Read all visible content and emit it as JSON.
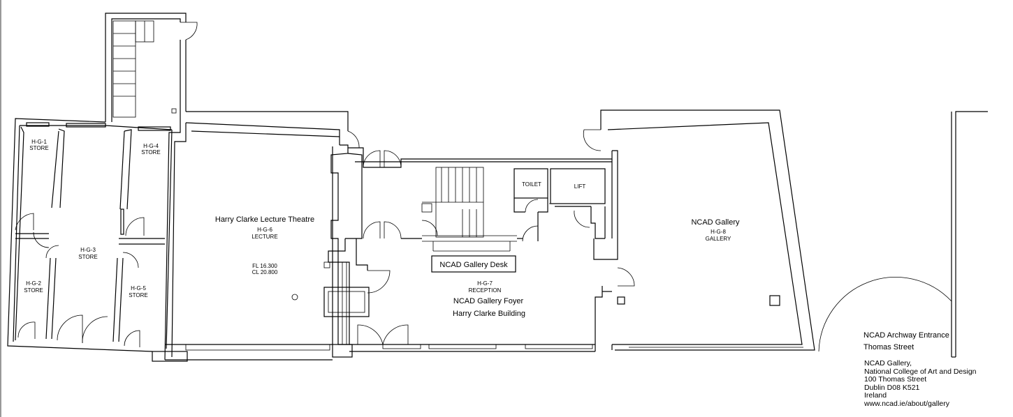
{
  "rooms": {
    "hg1": {
      "code": "H-G-1",
      "use": "STORE"
    },
    "hg2": {
      "code": "H-G-2",
      "use": "STORE"
    },
    "hg3": {
      "code": "H-G-3",
      "use": "STORE"
    },
    "hg4": {
      "code": "H-G-4",
      "use": "STORE"
    },
    "hg5": {
      "code": "H-G-5",
      "use": "STORE"
    },
    "hg6": {
      "name": "Harry Clarke Lecture Theatre",
      "code": "H-G-6",
      "use": "LECTURE",
      "fl": "FL 16.300",
      "cl": "CL 20.800"
    },
    "hg7": {
      "code": "H-G-7",
      "use": "RECEPTION",
      "name": "NCAD Gallery Foyer",
      "building": "Harry Clarke Building"
    },
    "hg8": {
      "name": "NCAD Gallery",
      "code": "H-G-8",
      "use": "GALLERY"
    },
    "toilet": "TOILET",
    "lift": "LIFT",
    "desk": "NCAD Gallery Desk"
  },
  "entrance": {
    "title": "NCAD Archway Entrance",
    "street": "Thomas Street"
  },
  "address": {
    "lines": [
      "NCAD Gallery,",
      "National College of Art and Design",
      "100 Thomas Street",
      "Dublin D08 K521",
      "Ireland",
      "www.ncad.ie/about/gallery"
    ]
  }
}
